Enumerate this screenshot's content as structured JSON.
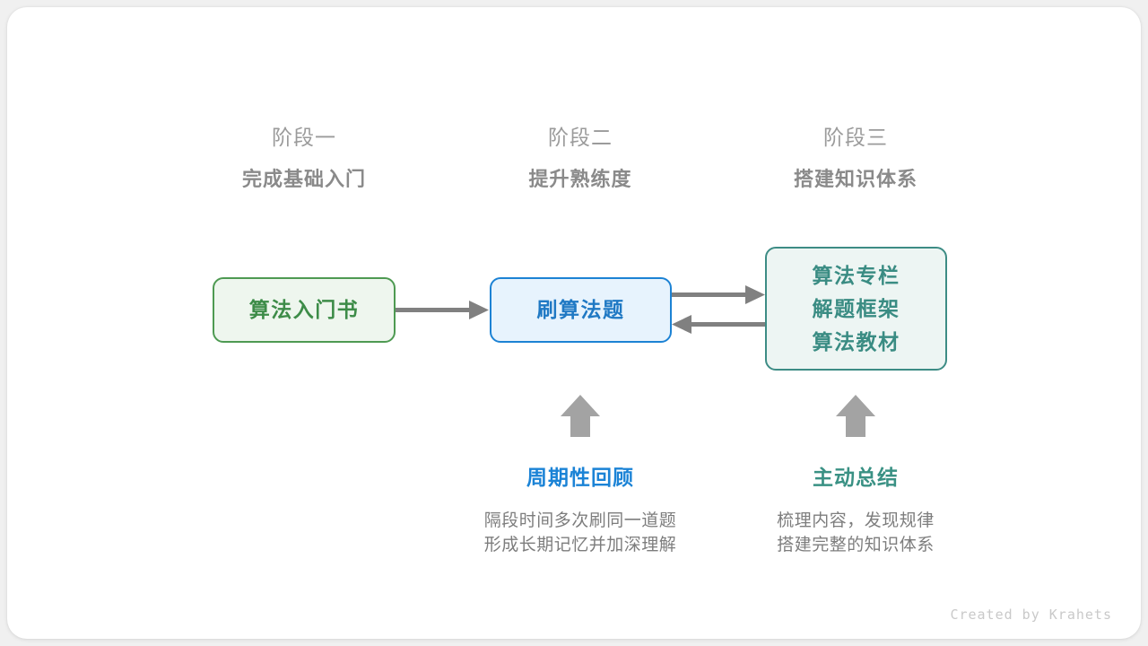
{
  "canvas": {
    "background": "#ffffff",
    "page_background": "#f0f0f0"
  },
  "stages": [
    {
      "name": "阶段一",
      "title": "完成基础入门"
    },
    {
      "name": "阶段二",
      "title": "提升熟练度"
    },
    {
      "name": "阶段三",
      "title": "搭建知识体系"
    }
  ],
  "nodes": {
    "book": {
      "label": "算法入门书",
      "border": "#4e9a52",
      "fill": "#eef6ee",
      "text": "#3d8c48"
    },
    "practice": {
      "label": "刷算法题",
      "border": "#1c82d4",
      "fill": "#e7f3fd",
      "text": "#2079c4"
    },
    "resources": {
      "line1": "算法专栏",
      "line2": "解题框架",
      "line3": "算法教材",
      "border": "#3d8c85",
      "fill": "#edf5f3",
      "text": "#3a8c83"
    }
  },
  "arrows": {
    "color": "#808080",
    "up_arrow_color": "#a3a3a3",
    "book_to_practice": "arrow-right",
    "practice_to_resources": "arrow-right",
    "resources_to_practice": "arrow-left",
    "up_to_practice": "arrow-up",
    "up_to_resources": "arrow-up"
  },
  "annotations": [
    {
      "title": "周期性回顾",
      "color": "#1b83d6",
      "desc_line1": "隔段时间多次刷同一道题",
      "desc_line2": "形成长期记忆并加深理解"
    },
    {
      "title": "主动总结",
      "color": "#3a9184",
      "desc_line1": "梳理内容，发现规律",
      "desc_line2": "搭建完整的知识体系"
    }
  ],
  "footer": {
    "credit": "Created by Krahets"
  }
}
